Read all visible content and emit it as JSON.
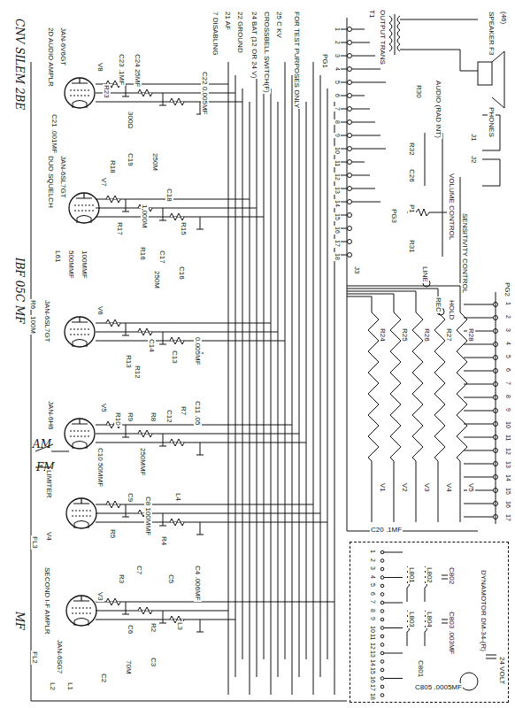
{
  "diagram": {
    "nodes": [
      {
        "text": [
          "DYNAMOTOR DM-34-(R)",
          "24 VOLT"
        ]
      }
    ],
    "labels": [
      "CNV SILEM 2BE",
      "IBF 05C MF",
      "MF",
      "AM",
      "FM",
      "(46)",
      "V8",
      "2D AUDIO AMPLR",
      "JAN-6V6GT",
      "C21 .001MF",
      "R23",
      "C23 .1MF",
      "C24 25MF",
      "300Ω",
      "V7",
      "DUO SQUELCH",
      "JAN-6SL7GT",
      "R18",
      "C19",
      "250M",
      "1,000M",
      "R17",
      "C18",
      "R16",
      "C17",
      "R15",
      "250M",
      "C16",
      "L61",
      "500MMF",
      "100MMF",
      "V6",
      "JAN-6SL7GT",
      "R6",
      "100M",
      "R13",
      "C14",
      "R12",
      "C13",
      "0.005MF",
      "V5",
      "JAN-6H6",
      "C10 50MMF",
      "R10",
      "R9",
      "250MMF",
      "R8",
      "C12",
      "R7",
      "C11 .05",
      "LIMITER",
      "V4",
      "R5",
      "C9",
      "C8 100MMF",
      "R4",
      "L4",
      "SECOND I-F AMPLR",
      "JAN-6SG7",
      "V3",
      "FL3",
      "FL2",
      "R3",
      "C7",
      "C6",
      "R2",
      "C5",
      "L3",
      "C4 .006MF",
      "70M",
      "C3",
      "C2",
      "L2",
      "L1",
      "C22 0.005MF",
      "7 DISABLING",
      "21 AF",
      "22 GROUND",
      "24 BAT (12 OR 24 V)",
      "CROSSBELL SWITCH(F)",
      "25 C KV",
      "FOR TEST PURPOSES ONLY",
      "PG1",
      "J3",
      "T1",
      "OUTPUT TRANS",
      "R30",
      "SPEAKER F3",
      "PHONES",
      "J1",
      "J2",
      "AUDIO (RAD INT)",
      "R32",
      "C26",
      "P1",
      "VOLUME CONTROL",
      "SENSITIVITY CONTROL",
      "R31",
      "PG3",
      "LINE",
      "REC",
      "HOLD",
      "R24",
      "R25",
      "R26",
      "R27",
      "R28",
      "V1",
      "V2",
      "V3",
      "V4",
      "V5",
      "C20 .1MF",
      "PG2",
      "C801",
      "L801",
      "L802",
      "L803",
      "L804",
      "C802",
      "C803 .003MF",
      "C805 .0005MF",
      "1",
      "2",
      "3",
      "4",
      "5",
      "6",
      "7",
      "8",
      "9",
      "10",
      "11",
      "12",
      "13",
      "14",
      "15",
      "16",
      "17",
      "18",
      "1",
      "2",
      "3",
      "4",
      "5",
      "6",
      "7",
      "8",
      "9",
      "10",
      "11",
      "12",
      "13",
      "14",
      "15",
      "16",
      "17",
      "1",
      "2",
      "3",
      "4",
      "5",
      "6",
      "7",
      "8",
      "9",
      "10",
      "11",
      "12",
      "13",
      "14",
      "15",
      "16",
      "17",
      "18"
    ]
  }
}
